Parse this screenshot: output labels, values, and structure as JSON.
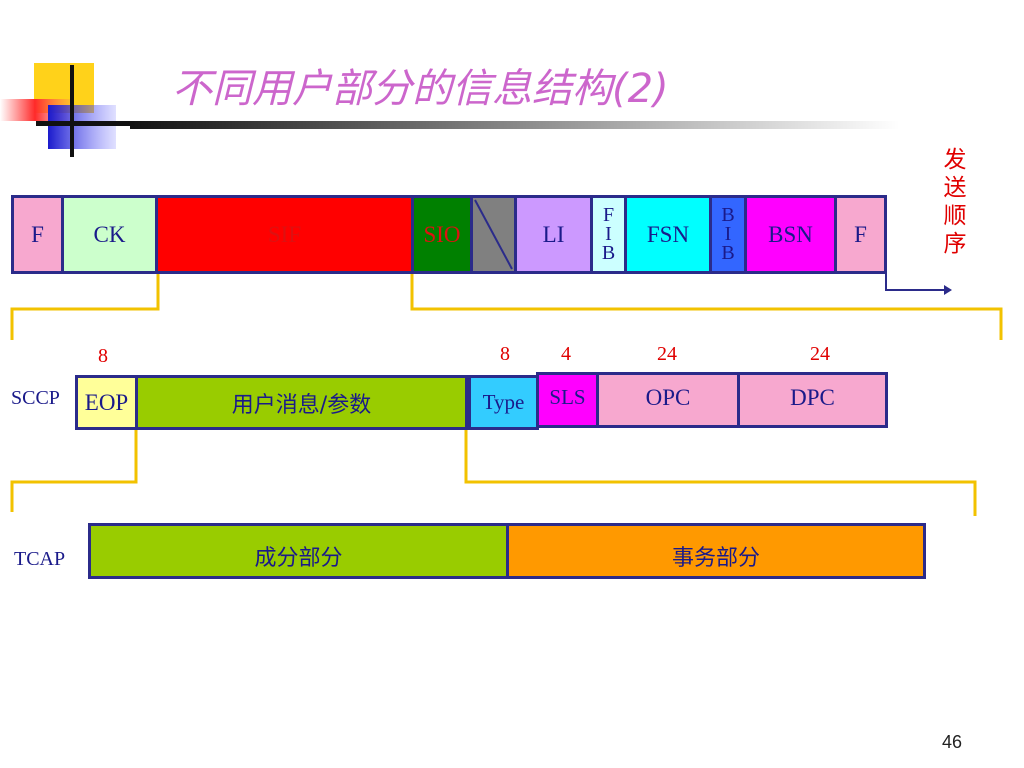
{
  "title": "不同用户部分的信息结构(2)",
  "direction_label": "发送顺序",
  "direction_chars": [
    "发",
    "送",
    "顺",
    "序"
  ],
  "msu_fields": {
    "f1": "F",
    "ck": "CK",
    "sif": "SIF",
    "sio": "SIO",
    "li": "LI",
    "fib": [
      "F",
      "I",
      "B"
    ],
    "fsn": "FSN",
    "bib": [
      "B",
      "I",
      "B"
    ],
    "bsn": "BSN",
    "f2": "F"
  },
  "sccp": {
    "label": "SCCP",
    "fields": {
      "eop": "EOP",
      "user_msg": "用户消息/参数",
      "type": "Type",
      "sls": "SLS",
      "opc": "OPC",
      "dpc": "DPC"
    },
    "bit_counts": {
      "eop": "8",
      "type": "8",
      "sls": "4",
      "opc": "24",
      "dpc": "24"
    }
  },
  "tcap": {
    "label": "TCAP",
    "fields": {
      "component": "成分部分",
      "transaction": "事务部分"
    }
  },
  "page_number": "46",
  "colors": {
    "title": "#cc66cc",
    "border": "#2b2b8a",
    "connector": "#f2c200",
    "bit_count": "#e00000"
  }
}
